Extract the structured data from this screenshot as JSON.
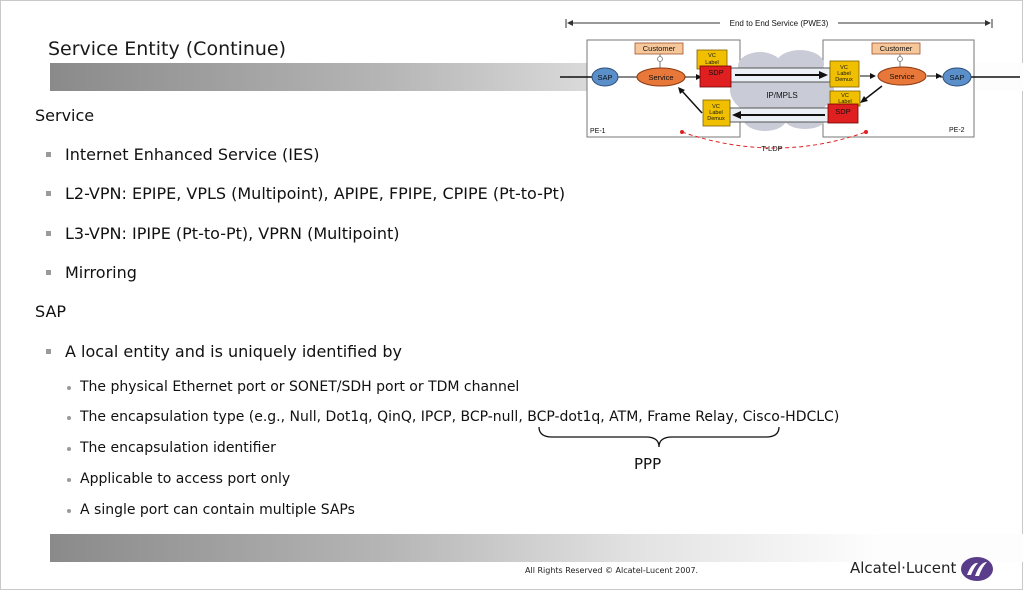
{
  "slide": {
    "title": "Service Entity (Continue)",
    "service_heading": "Service",
    "service_bullets": [
      "Internet Enhanced Service (IES)",
      "L2-VPN: EPIPE, VPLS (Multipoint), APIPE, FPIPE, CPIPE (Pt-to-Pt)",
      "L3-VPN: IPIPE (Pt-to-Pt), VPRN (Multipoint)",
      "Mirroring"
    ],
    "sap_heading": "SAP",
    "sap_bullet": "A local entity and is uniquely identified by",
    "sap_subbullets": [
      "The physical Ethernet port or SONET/SDH port or TDM channel",
      "The encapsulation type (e.g., Null, Dot1q, QinQ, IPCP, BCP-null, BCP-dot1q, ATM, Frame Relay, Cisco-HDCLC)",
      "The encapsulation identifier",
      "Applicable to access port only",
      "A single port can contain multiple SAPs"
    ],
    "ppp_label": "PPP"
  },
  "diagram": {
    "e2e_label": "End to End Service (PWE3)",
    "pe1": "PE-1",
    "pe2": "PE-2",
    "customer": "Customer",
    "sap": "SAP",
    "service": "Service",
    "sdp": "SDP",
    "vc_label": "VC",
    "vc_label2": "Label",
    "vc_demux": "Demux",
    "ip_mpls": "IP/MPLS",
    "tldp": "T-LDP"
  },
  "footer": {
    "copyright": "All Rights Reserved © Alcatel-Lucent 2007.",
    "brand": "Alcatel·Lucent"
  },
  "colors": {
    "sap_fill": "#5b8fc9",
    "service_fill": "#e8773a",
    "sdp_fill": "#e02020",
    "vc_fill": "#f0c000",
    "customer_fill": "#f6c79a",
    "logo_fill": "#5a3d8a"
  }
}
